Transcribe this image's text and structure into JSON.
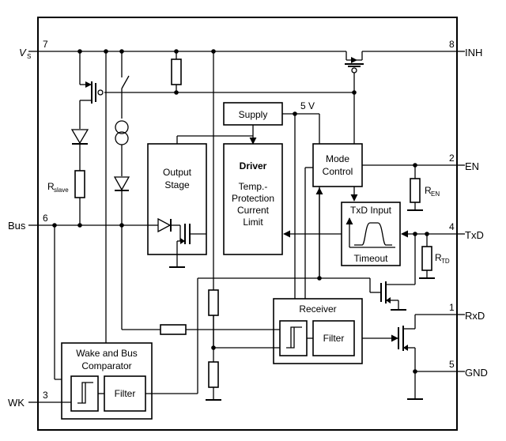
{
  "pins": {
    "vs": {
      "number": "7",
      "label": "V",
      "sub": "S"
    },
    "inh": {
      "number": "8",
      "label": "INH"
    },
    "en": {
      "number": "2",
      "label": "EN"
    },
    "txd": {
      "number": "4",
      "label": "TxD"
    },
    "bus": {
      "number": "6",
      "label": "Bus"
    },
    "rxd": {
      "number": "1",
      "label": "RxD"
    },
    "gnd": {
      "number": "5",
      "label": "GND"
    },
    "wk": {
      "number": "3",
      "label": "WK"
    }
  },
  "blocks": {
    "supply": {
      "label": "Supply",
      "voltage": "5 V"
    },
    "output_stage": {
      "line1": "Output",
      "line2": "Stage"
    },
    "driver": {
      "title": "Driver",
      "line1": "Temp.-",
      "line2": "Protection",
      "line3": "Current",
      "line4": "Limit"
    },
    "mode_control": {
      "line1": "Mode",
      "line2": "Control"
    },
    "txd_input": {
      "line1": "TxD Input",
      "line2": "Timeout"
    },
    "receiver": {
      "title": "Receiver",
      "filter": "Filter"
    },
    "wake": {
      "line1": "Wake and Bus",
      "line2": "Comparator",
      "filter": "Filter"
    }
  },
  "resistors": {
    "rslave": {
      "label": "R",
      "sub": "slave"
    },
    "ren": {
      "label": "R",
      "sub": "EN"
    },
    "rtd": {
      "label": "R",
      "sub": "TD"
    }
  }
}
